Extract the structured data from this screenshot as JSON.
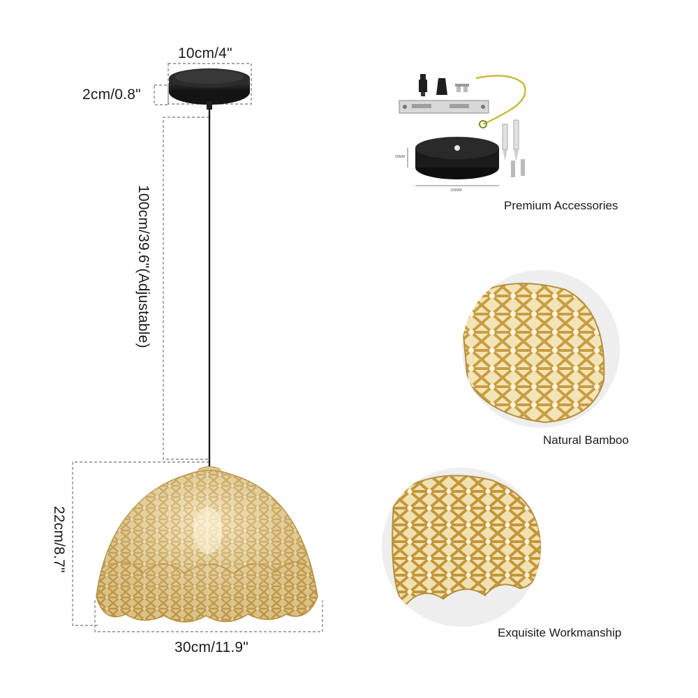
{
  "dimensions": {
    "canopy_width": "10cm/4\"",
    "canopy_height": "2cm/0.8\"",
    "cord_length": "100cm/39.6\"(Adjustable)",
    "shade_height": "22cm/8.7\"",
    "shade_width": "30cm/11.9\""
  },
  "accessories": {
    "label": "Premium Accessories",
    "dim_height": "20MM",
    "dim_width": "100MM"
  },
  "features": [
    {
      "label": "Natural Bamboo"
    },
    {
      "label": "Exquisite Workmanship"
    }
  ],
  "colors": {
    "bamboo": "#d9b86a",
    "bamboo_dark": "#b48e3c",
    "canopy": "#1e1e1e",
    "dash": "#8a8a8a",
    "text": "#1a1a1a"
  }
}
